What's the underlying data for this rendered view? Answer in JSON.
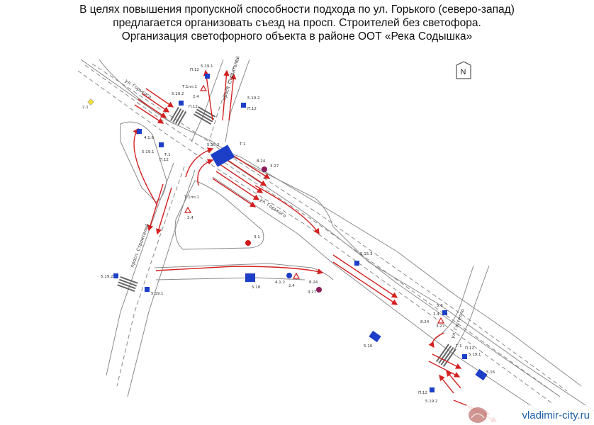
{
  "title": {
    "line1": "В целях повышения пропускной способности подхода по ул. Горького (северо-запад)",
    "line2": "предлагается организовать съезд на просп. Строителей без светофора.",
    "line3": "Организация светофорного объекта в районе ООТ «Река Содышка»"
  },
  "north_label": "N",
  "streets": {
    "gorkogo_nw": "ул. Горького",
    "gorkogo_se": "ул. Горького",
    "stroiteley_n": "просп. Строителей",
    "stroiteley_s": "просп. Строителей",
    "gastello": "ул. Гастелло"
  },
  "signs": [
    {
      "id": "s1",
      "code": "5.19.1"
    },
    {
      "id": "s2",
      "code": "П.12"
    },
    {
      "id": "s3",
      "code": "Т.1лп.1"
    },
    {
      "id": "s4",
      "code": "2.4"
    },
    {
      "id": "s5",
      "code": "5.19.2"
    },
    {
      "id": "s6",
      "code": "П.12"
    },
    {
      "id": "s7",
      "code": "5.19.2"
    },
    {
      "id": "s8",
      "code": "П.12"
    },
    {
      "id": "s9",
      "code": "2.1"
    },
    {
      "id": "s10",
      "code": "4.1.6"
    },
    {
      "id": "s11",
      "code": "5.19.1"
    },
    {
      "id": "s12",
      "code": "Т.1"
    },
    {
      "id": "s13",
      "code": "П.12"
    },
    {
      "id": "s14",
      "code": "Т.1"
    },
    {
      "id": "s15",
      "code": "5.15.2"
    },
    {
      "id": "s16",
      "code": "8.24"
    },
    {
      "id": "s17",
      "code": "3.27"
    },
    {
      "id": "s18",
      "code": "Т.1пп.1"
    },
    {
      "id": "s19",
      "code": "2.4"
    },
    {
      "id": "s20",
      "code": "3.1"
    },
    {
      "id": "s21",
      "code": "5.15.3"
    },
    {
      "id": "s22",
      "code": "5.19.2"
    },
    {
      "id": "s23",
      "code": "5.19.1"
    },
    {
      "id": "s24",
      "code": "5.18"
    },
    {
      "id": "s25",
      "code": "4.1.2"
    },
    {
      "id": "s26",
      "code": "2.4"
    },
    {
      "id": "s27",
      "code": "8.24"
    },
    {
      "id": "s28",
      "code": "3.27"
    },
    {
      "id": "s29",
      "code": "5.16"
    },
    {
      "id": "s30",
      "code": "5.6"
    },
    {
      "id": "s31",
      "code": "2.4"
    },
    {
      "id": "s32",
      "code": "8.24"
    },
    {
      "id": "s33",
      "code": "3.27"
    },
    {
      "id": "s34",
      "code": "Т.1"
    },
    {
      "id": "s35",
      "code": "П.12"
    },
    {
      "id": "s36",
      "code": "5.19.1"
    },
    {
      "id": "s37",
      "code": "5.16"
    },
    {
      "id": "s38",
      "code": "П.12"
    },
    {
      "id": "s39",
      "code": "5.19.2"
    }
  ],
  "watermark": {
    "text": "vladimir-city.ru"
  },
  "colors": {
    "road_line": "#8a8a8a",
    "arrow": "#d42020",
    "sign_blue": "#1d3fc8",
    "sign_red": "#d01818",
    "sign_yellow": "#f2e23a",
    "sign_purple": "#8a1d5a",
    "watermark_text": "#1f5fa8"
  }
}
